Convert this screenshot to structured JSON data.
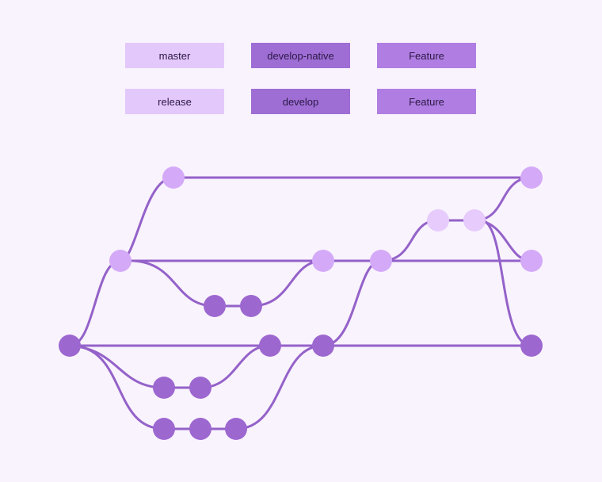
{
  "legend": [
    {
      "label": "master",
      "color": "#e3c8fb"
    },
    {
      "label": "develop-native",
      "color": "#9f6ed5"
    },
    {
      "label": "Feature",
      "color": "#b07ee2"
    },
    {
      "label": "release",
      "color": "#e3c8fb"
    },
    {
      "label": "develop",
      "color": "#9f6ed5"
    },
    {
      "label": "Feature",
      "color": "#b07ee2"
    }
  ],
  "colors": {
    "background": "#f9f3fd",
    "line": "#9462c9",
    "node_light": "#d4aaf8",
    "node_pale": "#e6cbfc",
    "node_dark": "#9d67d0"
  }
}
